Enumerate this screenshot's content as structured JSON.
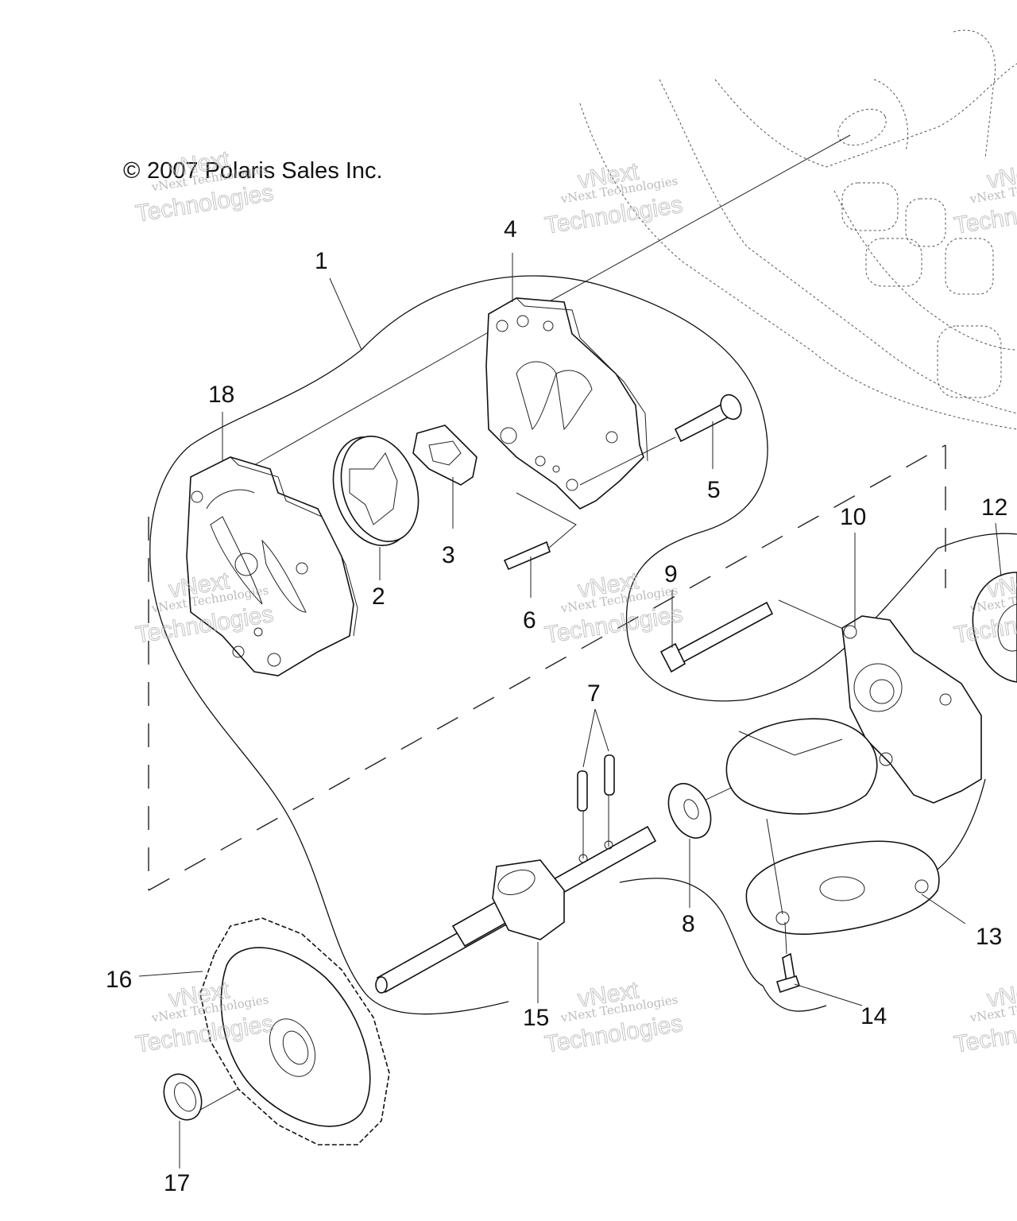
{
  "copyright": "2007 Polaris Sales Inc.",
  "copyright_symbol": "©",
  "watermark": {
    "line1": "vNext Technologies",
    "line2": "Technologies",
    "line3": "vNext"
  },
  "callouts": [
    "1",
    "2",
    "3",
    "4",
    "5",
    "6",
    "7",
    "8",
    "9",
    "10",
    "12",
    "13",
    "14",
    "15",
    "16",
    "17",
    "18"
  ],
  "colors": {
    "line": "#111111",
    "background": "#ffffff",
    "watermark": "#b5b5b5"
  }
}
